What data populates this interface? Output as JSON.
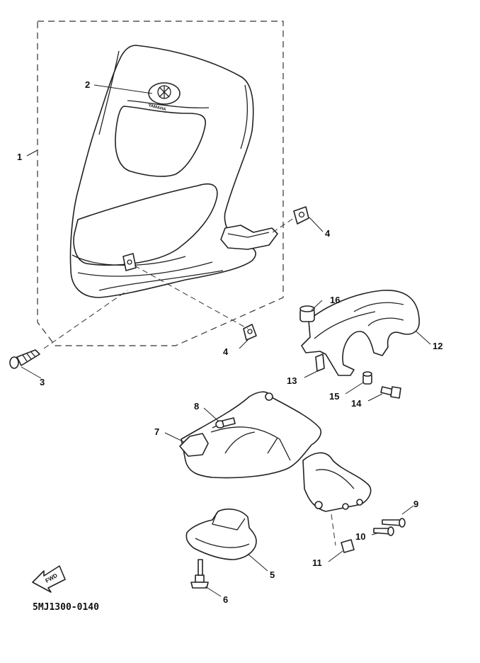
{
  "diagram_code": "5MJ1300-0140",
  "fwd_label": "FWD",
  "emblem_text": "YAMAHA",
  "callouts": {
    "c1": "1",
    "c2": "2",
    "c3": "3",
    "c4a": "4",
    "c4b": "4",
    "c5": "5",
    "c6": "6",
    "c7": "7",
    "c8": "8",
    "c9": "9",
    "c10": "10",
    "c11": "11",
    "c12": "12",
    "c13": "13",
    "c14": "14",
    "c15": "15",
    "c16": "16"
  }
}
